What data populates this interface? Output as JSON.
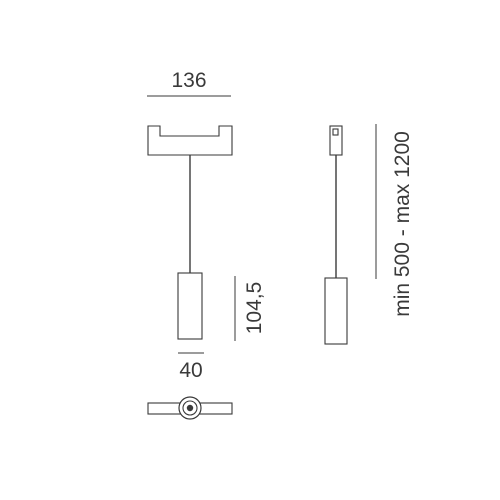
{
  "dimensions": {
    "width_top": "136",
    "height_body": "104,5",
    "width_body": "40",
    "suspension_length": "min 500 - max 1200"
  }
}
